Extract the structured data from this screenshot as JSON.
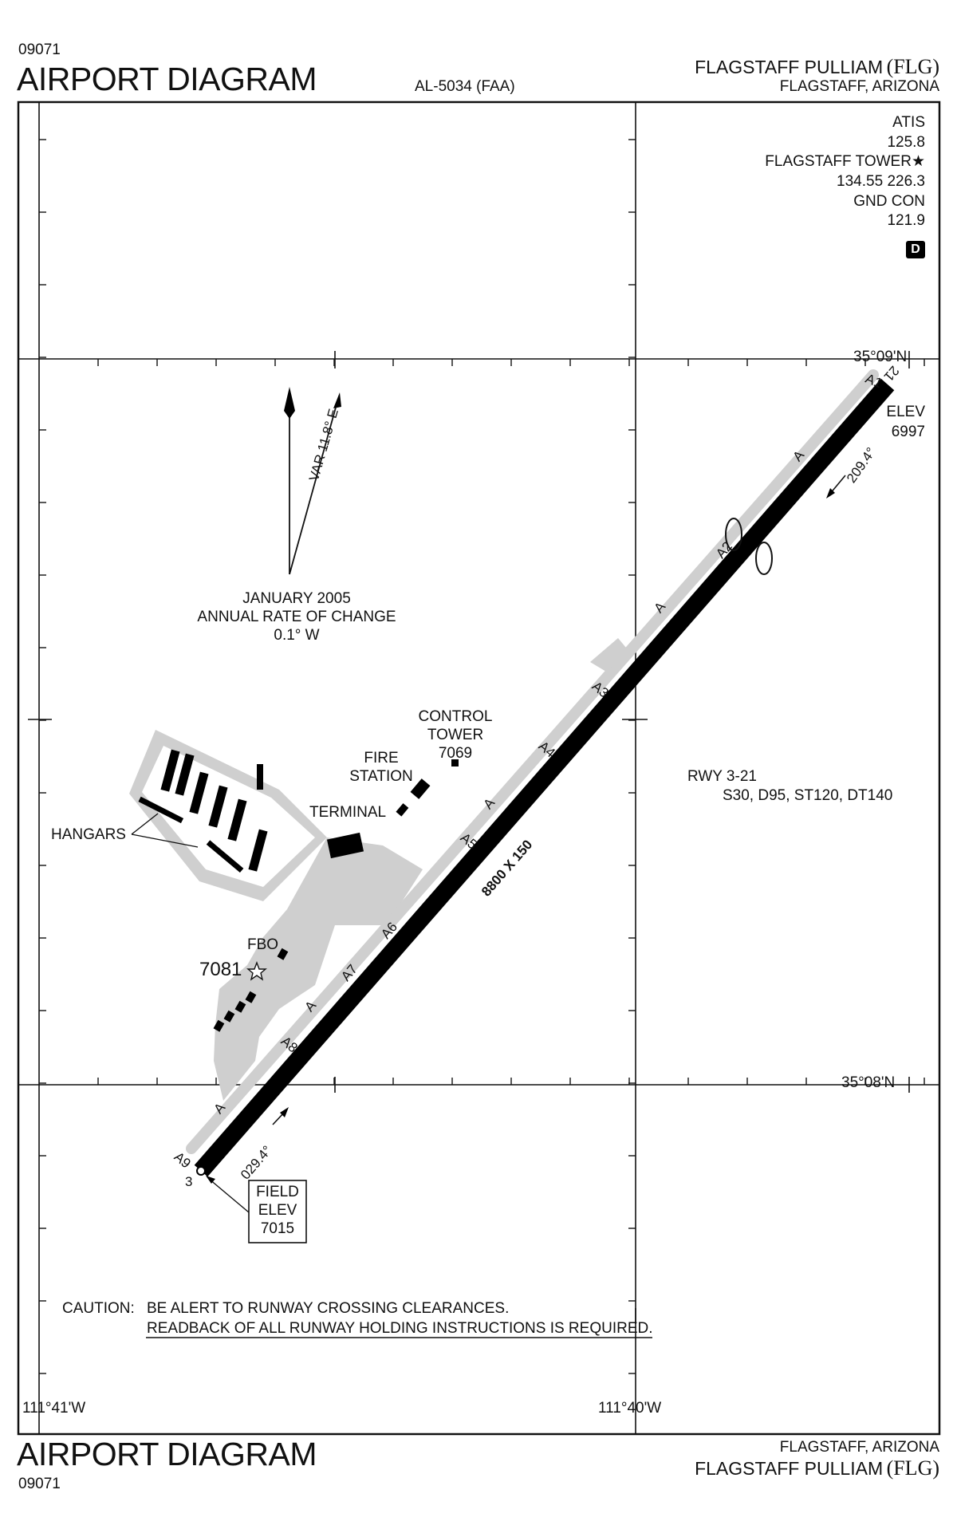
{
  "header": {
    "chart_number": "09071",
    "title": "AIRPORT DIAGRAM",
    "publication_id": "AL-5034 (FAA)",
    "airport_name": "FLAGSTAFF PULLIAM",
    "airport_code": "(FLG)",
    "location": "FLAGSTAFF, ARIZONA"
  },
  "frequencies": {
    "atis_label": "ATIS",
    "atis_freq": "125.8",
    "tower_label": "FLAGSTAFF TOWER",
    "tower_freq": "134.55  226.3",
    "ground_label": "GND CON",
    "ground_freq": "121.9",
    "badge": "D"
  },
  "grid": {
    "lat_north": "35°09'N",
    "lat_south": "35°08'N",
    "lon_west": "111°41'W",
    "lon_east": "111°40'W"
  },
  "magnetic": {
    "variation": "VAR 11.8° E",
    "date": "JANUARY 2005",
    "rate_label": "ANNUAL RATE OF CHANGE",
    "rate_value": "0.1° W"
  },
  "runway": {
    "dimensions": "8800 X 150",
    "end_north": "21",
    "end_south": "3",
    "heading_north": "209.4°",
    "heading_south": "029.4°",
    "info_title": "RWY 3-21",
    "info_strength": "S30, D95, ST120, DT140",
    "elev_label": "ELEV",
    "elev_value": "6997",
    "field_elev_line1": "FIELD",
    "field_elev_line2": "ELEV",
    "field_elev_value": "7015"
  },
  "taxiways": [
    "A1",
    "A2",
    "A3",
    "A4",
    "A5",
    "A6",
    "A7",
    "A8",
    "A9"
  ],
  "taxiway_main": "A",
  "facilities": {
    "control_tower_1": "CONTROL",
    "control_tower_2": "TOWER",
    "control_tower_elev": "7069",
    "fire_station_1": "FIRE",
    "fire_station_2": "STATION",
    "terminal": "TERMINAL",
    "hangars": "HANGARS",
    "fbo": "FBO",
    "beacon_elev": "7081"
  },
  "caution": {
    "label": "CAUTION:",
    "line1": "BE ALERT TO RUNWAY CROSSING CLEARANCES.",
    "line2": "READBACK OF ALL RUNWAY HOLDING INSTRUCTIONS IS REQUIRED."
  }
}
